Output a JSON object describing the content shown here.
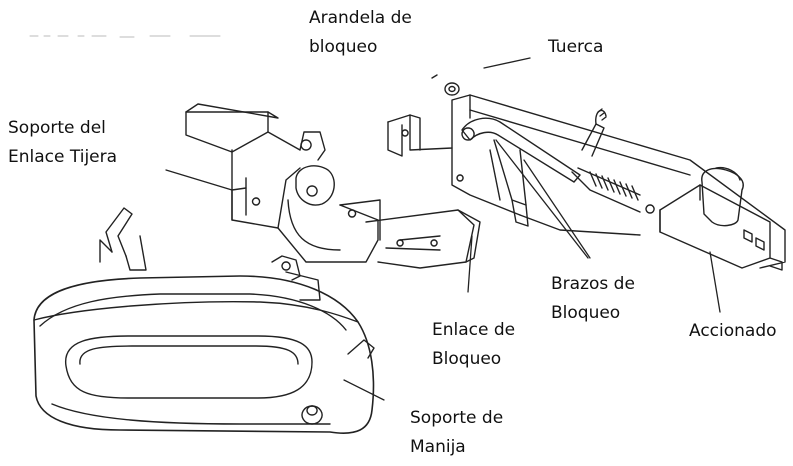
{
  "diagram": {
    "labels": {
      "arandela": [
        "Arandela de",
        "bloqueo"
      ],
      "tuerca": [
        "Tuerca"
      ],
      "soporte_enlace": [
        "Soporte del",
        "Enlace Tijera"
      ],
      "brazos": [
        "Brazos de",
        "Bloqueo"
      ],
      "enlace": [
        "Enlace de",
        "Bloqueo"
      ],
      "accionado": [
        "Accionado"
      ],
      "soporte_manija": [
        "Soporte de",
        "Manija"
      ]
    }
  }
}
